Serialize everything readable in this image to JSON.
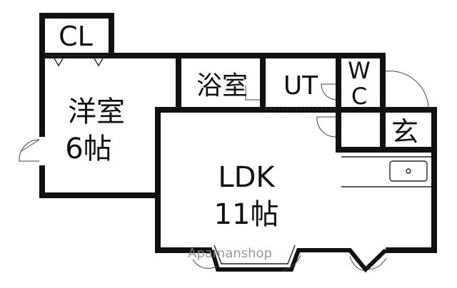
{
  "rooms": {
    "closet": {
      "label": "CL"
    },
    "western_room": {
      "label": "洋室",
      "size": "6帖"
    },
    "bath": {
      "label": "浴室"
    },
    "utility": {
      "label": "UT"
    },
    "toilet": {
      "label_top": "W",
      "label_bottom": "C"
    },
    "entrance": {
      "label": "玄"
    },
    "ldk": {
      "label": "LDK",
      "size": "11帖"
    }
  },
  "watermark": {
    "text": "Apamanshop"
  },
  "colors": {
    "wall": "#111111",
    "background": "#ffffff",
    "watermark": "#8a8a8a"
  }
}
